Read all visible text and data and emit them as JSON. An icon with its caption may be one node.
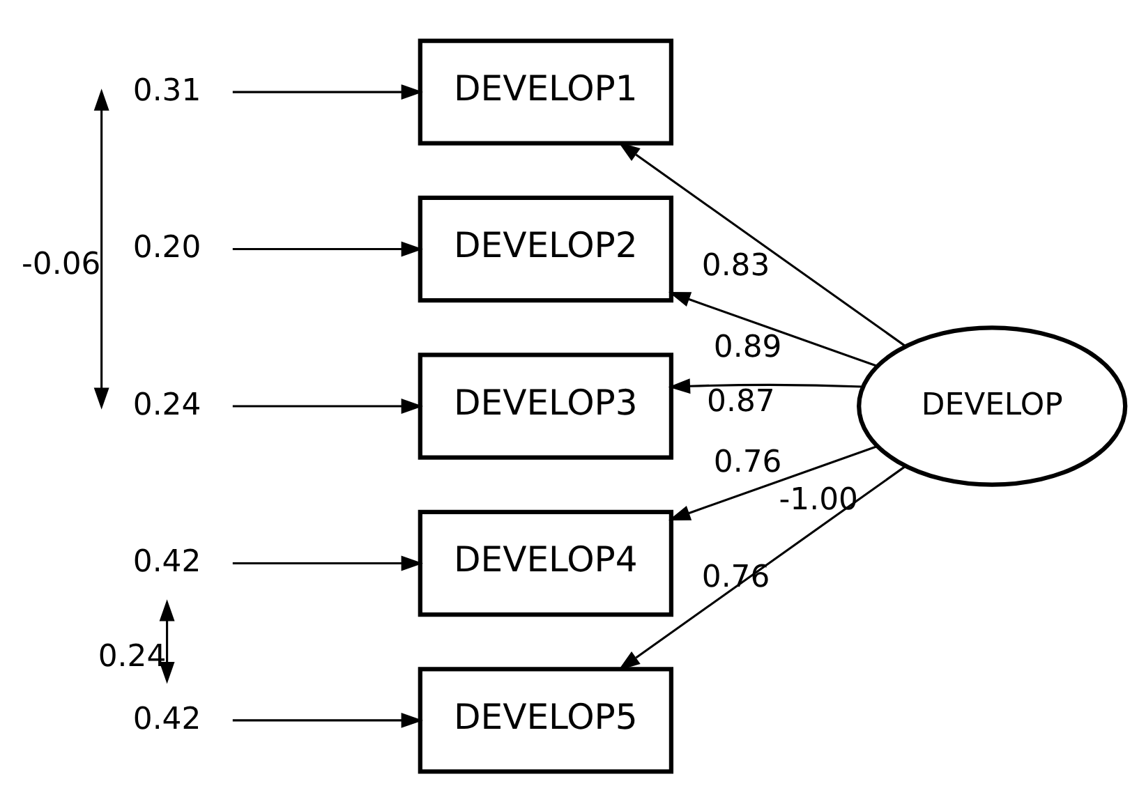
{
  "diagram": {
    "nodes": [
      {
        "text": [
          "DEVELOP1"
        ]
      },
      {
        "text": [
          "DEVELOP2"
        ]
      },
      {
        "text": [
          "DEVELOP3"
        ]
      },
      {
        "text": [
          "DEVELOP4"
        ]
      },
      {
        "text": [
          "DEVELOP5"
        ]
      },
      {
        "text": [
          "DEVELOP"
        ],
        "beside": [
          "-1.00"
        ]
      },
      {
        "text": [
          "0.31"
        ]
      },
      {
        "text": [
          "0.20"
        ]
      },
      {
        "text": [
          "0.24"
        ]
      },
      {
        "text": [
          "0.42"
        ]
      },
      {
        "text": [
          "0.42"
        ]
      }
    ],
    "edges": [
      {
        "from": 6,
        "to": 0,
        "arrow": "to"
      },
      {
        "from": 7,
        "to": 1,
        "arrow": "to"
      },
      {
        "from": 8,
        "to": 2,
        "arrow": "to"
      },
      {
        "from": 9,
        "to": 3,
        "arrow": "to"
      },
      {
        "from": 10,
        "to": 4,
        "arrow": "to"
      },
      {
        "from": 6,
        "to": 8,
        "arrow": "both",
        "label": "-0.06"
      },
      {
        "from": 9,
        "to": 10,
        "arrow": "both",
        "label": "0.24"
      },
      {
        "from": 5,
        "to": 0,
        "arrow": "to",
        "label": "0.83"
      },
      {
        "from": 5,
        "to": 1,
        "arrow": "to",
        "label": "0.89"
      },
      {
        "from": 5,
        "to": 2,
        "arrow": "to",
        "label": "0.87"
      },
      {
        "from": 5,
        "to": 3,
        "arrow": "to",
        "label": "0.76"
      },
      {
        "from": 5,
        "to": 4,
        "arrow": "to",
        "label": "0.76"
      }
    ]
  }
}
